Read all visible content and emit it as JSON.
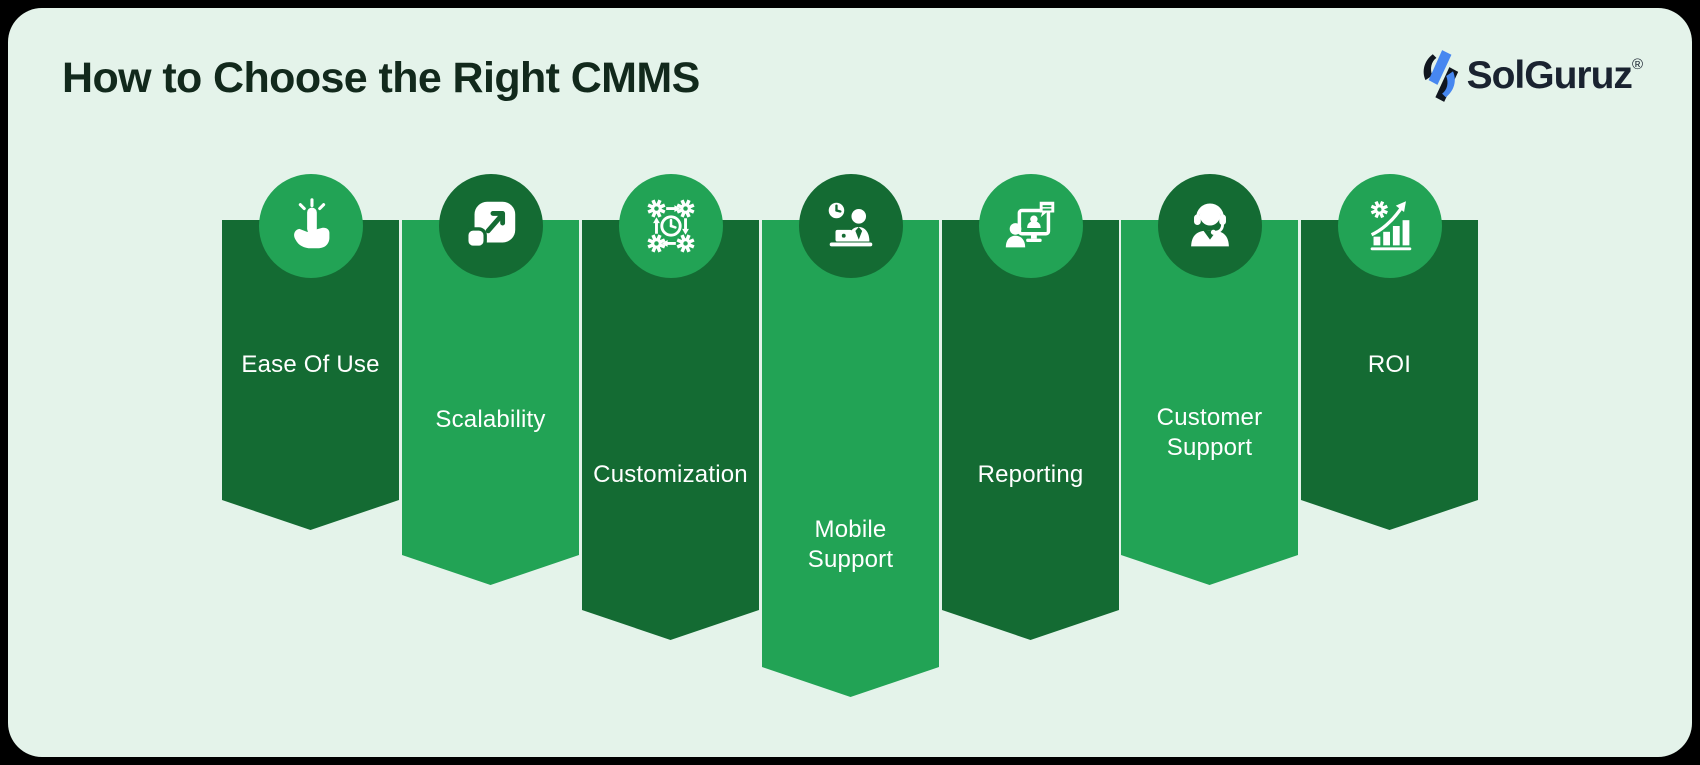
{
  "header": {
    "title": "How to Choose the Right CMMS"
  },
  "brand": {
    "name": "SolGuruz",
    "registered_mark": "®"
  },
  "colors": {
    "outer_background": "#000000",
    "card_background": "#e4f3ea",
    "dark_green": "#146b33",
    "medium_green": "#22a355",
    "title_text": "#12291c",
    "label_text": "#ffffff",
    "logo_blue": "#4787f0",
    "logo_dark": "#1a2330"
  },
  "banners": [
    {
      "label": "Ease Of Use",
      "lines": [
        "Ease Of Use"
      ],
      "icon": "tap-click-icon",
      "variant": "dark"
    },
    {
      "label": "Scalability",
      "lines": [
        "Scalability"
      ],
      "icon": "scale-expand-icon",
      "variant": "green"
    },
    {
      "label": "Customization",
      "lines": [
        "Customization"
      ],
      "icon": "gears-clock-icon",
      "variant": "dark"
    },
    {
      "label": "Mobile Support",
      "lines": [
        "Mobile",
        "Support"
      ],
      "icon": "person-laptop-icon",
      "variant": "green"
    },
    {
      "label": "Reporting",
      "lines": [
        "Reporting"
      ],
      "icon": "presentation-screen-icon",
      "variant": "dark"
    },
    {
      "label": "Customer Support",
      "lines": [
        "Customer",
        "Support"
      ],
      "icon": "headset-agent-icon",
      "variant": "green"
    },
    {
      "label": "ROI",
      "lines": [
        "ROI"
      ],
      "icon": "growth-chart-icon",
      "variant": "dark"
    }
  ]
}
